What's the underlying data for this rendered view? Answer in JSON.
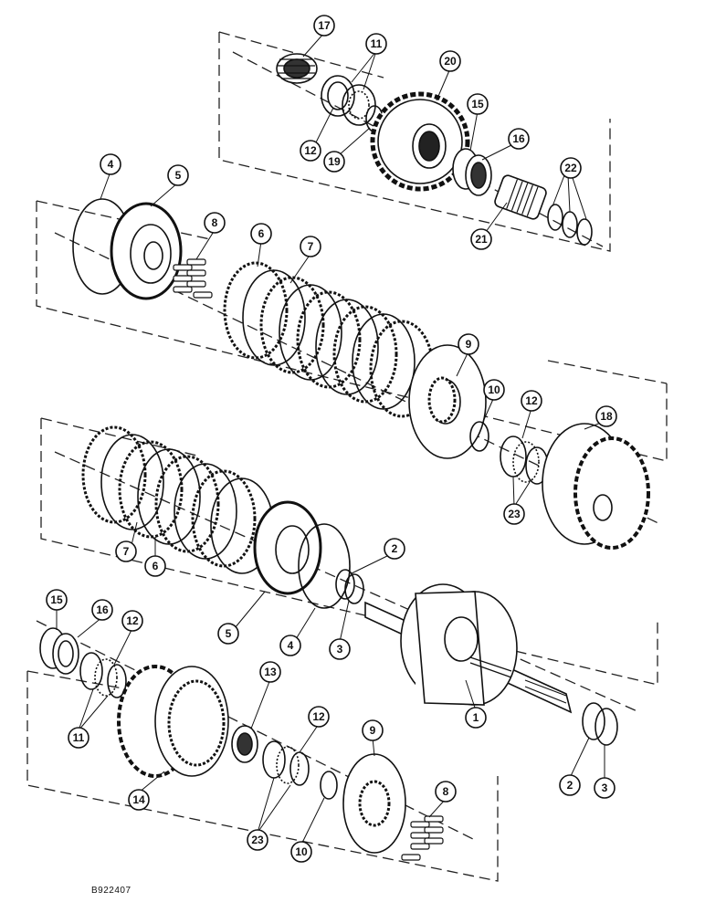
{
  "drawing_code": "B922407",
  "callouts": [
    {
      "id": "c17a",
      "label": "17"
    },
    {
      "id": "c11a",
      "label": "11"
    },
    {
      "id": "c20",
      "label": "20"
    },
    {
      "id": "c15a",
      "label": "15"
    },
    {
      "id": "c16a",
      "label": "16"
    },
    {
      "id": "c12a",
      "label": "12"
    },
    {
      "id": "c19",
      "label": "19"
    },
    {
      "id": "c22",
      "label": "22"
    },
    {
      "id": "c21",
      "label": "21"
    },
    {
      "id": "c4a",
      "label": "4"
    },
    {
      "id": "c5a",
      "label": "5"
    },
    {
      "id": "c8a",
      "label": "8"
    },
    {
      "id": "c6a",
      "label": "6"
    },
    {
      "id": "c7a",
      "label": "7"
    },
    {
      "id": "c9a",
      "label": "9"
    },
    {
      "id": "c10a",
      "label": "10"
    },
    {
      "id": "c12b",
      "label": "12"
    },
    {
      "id": "c18",
      "label": "18"
    },
    {
      "id": "c23a",
      "label": "23"
    },
    {
      "id": "c7b",
      "label": "7"
    },
    {
      "id": "c6b",
      "label": "6"
    },
    {
      "id": "c2a",
      "label": "2"
    },
    {
      "id": "c5b",
      "label": "5"
    },
    {
      "id": "c4b",
      "label": "4"
    },
    {
      "id": "c3a",
      "label": "3"
    },
    {
      "id": "c1",
      "label": "1"
    },
    {
      "id": "c15b",
      "label": "15"
    },
    {
      "id": "c16b",
      "label": "16"
    },
    {
      "id": "c12c",
      "label": "12"
    },
    {
      "id": "c11b",
      "label": "11"
    },
    {
      "id": "c13",
      "label": "13"
    },
    {
      "id": "c12d",
      "label": "12"
    },
    {
      "id": "c14",
      "label": "14"
    },
    {
      "id": "c9b",
      "label": "9"
    },
    {
      "id": "c23b",
      "label": "23"
    },
    {
      "id": "c10b",
      "label": "10"
    },
    {
      "id": "c8b",
      "label": "8"
    },
    {
      "id": "c2b",
      "label": "2"
    },
    {
      "id": "c3b",
      "label": "3"
    }
  ]
}
